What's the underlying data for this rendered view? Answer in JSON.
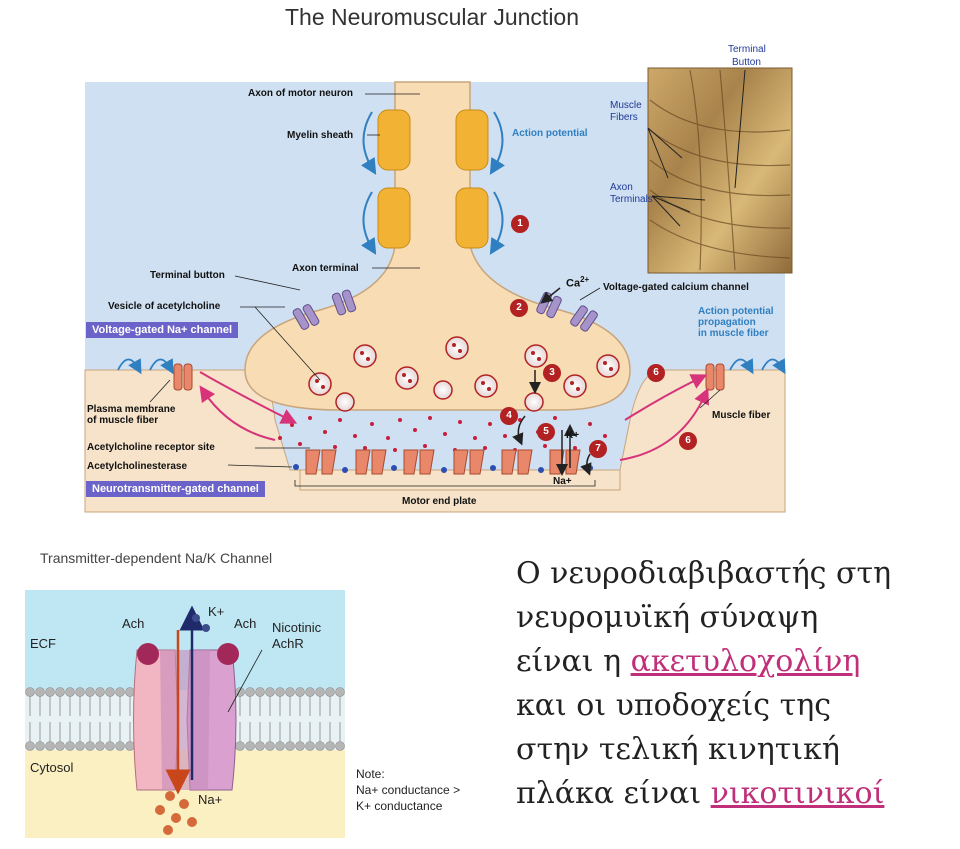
{
  "title": "The Neuromuscular Junction",
  "labels": {
    "axon": "Axon of motor neuron",
    "myelin": "Myelin sheath",
    "action_potential": "Action potential",
    "axon_terminal": "Axon terminal",
    "terminal_button": "Terminal button",
    "vesicle": "Vesicle of acetylcholine",
    "vg_na": "Voltage-gated Na+ channel",
    "plasma1": "Plasma membrane",
    "plasma2": "of muscle fiber",
    "ach_site": "Acetylcholine receptor site",
    "ache": "Acetylcholinesterase",
    "nt_gated": "Neurotransmitter-gated channel",
    "motor_end": "Motor end plate",
    "ca": "Ca",
    "ca_sup": "2+",
    "vg_ca": "Voltage-gated calcium channel",
    "ap_prop1": "Action potential",
    "ap_prop2": "propagation",
    "ap_prop3": "in muscle fiber",
    "muscle_fiber": "Muscle fiber",
    "k_plus": "K+",
    "na_plus": "Na+"
  },
  "steps": [
    "1",
    "2",
    "3",
    "4",
    "5",
    "6",
    "6",
    "7"
  ],
  "photo_labels": {
    "terminal1": "Terminal",
    "terminal2": "Button",
    "muscle1": "Muscle",
    "muscle2": "Fibers",
    "axon1": "Axon",
    "axon2": "Terminals"
  },
  "channel_fig": {
    "title": "Transmitter-dependent Na/K Channel",
    "ach_left": "Ach",
    "ach_right": "Ach",
    "k_plus": "K+",
    "nicotinic1": "Nicotinic",
    "nicotinic2": "AchR",
    "ecf": "ECF",
    "cytosol": "Cytosol",
    "na_plus": "Na+",
    "note1": "Note:",
    "note2": "Na+ conductance >",
    "note3": "K+ conductance"
  },
  "greek": {
    "line1": "Ο νευροδιαβιβαστής στη",
    "line2": "νευρομυϊκή σύναψη",
    "line3_pre": "είναι η ",
    "link1": "ακετυλοχολίνη",
    "line4": "και οι υποδοχείς της",
    "line5": "στην τελική κινητική",
    "line6_pre": "πλάκα είναι ",
    "link2": "νικοτινικοί"
  },
  "colors": {
    "fluid": "#cfe0f2",
    "neuron": "#f7dcb4",
    "muscle": "#f6e3c9",
    "label_box": "#6b63c9",
    "step": "#b22222",
    "link": "#c0307a"
  }
}
